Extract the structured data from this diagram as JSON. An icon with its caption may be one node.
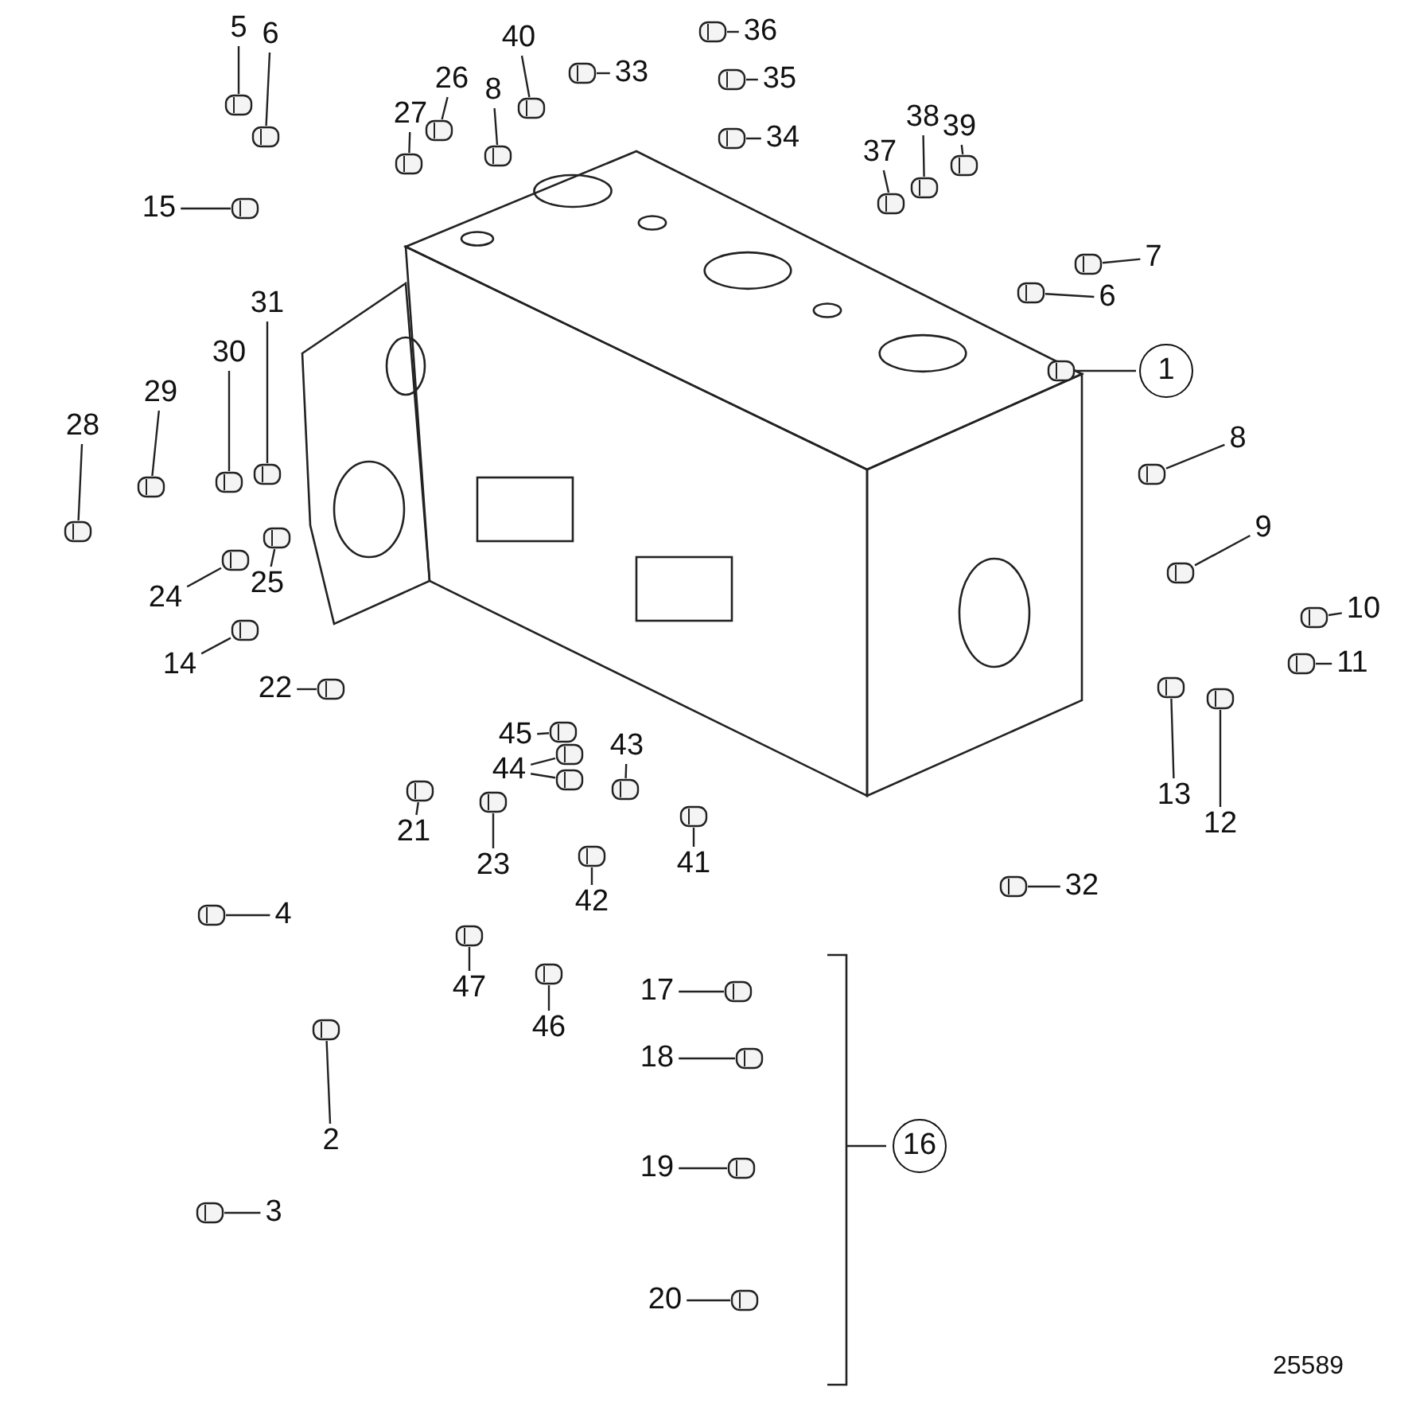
{
  "diagram": {
    "nodes": [
      {
        "text": [
          "5"
        ]
      },
      {
        "text": [
          "6"
        ]
      },
      {
        "text": [
          "40"
        ]
      },
      {
        "text": [
          "33"
        ]
      },
      {
        "text": [
          "36"
        ]
      },
      {
        "text": [
          "26"
        ]
      },
      {
        "text": [
          "8"
        ]
      },
      {
        "text": [
          "35"
        ]
      },
      {
        "text": [
          "27"
        ]
      },
      {
        "text": [
          "38"
        ]
      },
      {
        "text": [
          "39"
        ]
      },
      {
        "text": [
          "34"
        ]
      },
      {
        "text": [
          "37"
        ]
      },
      {
        "text": [
          "15"
        ]
      },
      {
        "text": [
          "7"
        ]
      },
      {
        "text": [
          "6"
        ]
      },
      {
        "text": [
          "31"
        ]
      },
      {
        "text": [
          "30"
        ]
      },
      {
        "text": [
          "1"
        ]
      },
      {
        "text": [
          "29"
        ]
      },
      {
        "text": [
          "28"
        ]
      },
      {
        "text": [
          "8"
        ]
      },
      {
        "text": [
          "9"
        ]
      },
      {
        "text": [
          "24"
        ]
      },
      {
        "text": [
          "25"
        ]
      },
      {
        "text": [
          "10"
        ]
      },
      {
        "text": [
          "14"
        ]
      },
      {
        "text": [
          "11"
        ]
      },
      {
        "text": [
          "22"
        ]
      },
      {
        "text": [
          "45"
        ]
      },
      {
        "text": [
          "43"
        ]
      },
      {
        "text": [
          "44"
        ]
      },
      {
        "text": [
          "13"
        ]
      },
      {
        "text": [
          "12"
        ]
      },
      {
        "text": [
          "21"
        ]
      },
      {
        "text": [
          "23"
        ]
      },
      {
        "text": [
          "41"
        ]
      },
      {
        "text": [
          "42"
        ]
      },
      {
        "text": [
          "32"
        ]
      },
      {
        "text": [
          "4"
        ]
      },
      {
        "text": [
          "47"
        ]
      },
      {
        "text": [
          "17"
        ]
      },
      {
        "text": [
          "46"
        ]
      },
      {
        "text": [
          "18"
        ]
      },
      {
        "text": [
          "2"
        ]
      },
      {
        "text": [
          "16"
        ]
      },
      {
        "text": [
          "19"
        ]
      },
      {
        "text": [
          "3"
        ]
      },
      {
        "text": [
          "20"
        ]
      },
      {
        "text": [],
        "shape": "picture"
      },
      {
        "text": [],
        "shape": "picture"
      },
      {
        "text": [],
        "shape": "picture"
      },
      {
        "text": [],
        "shape": "picture"
      },
      {
        "text": [],
        "shape": "picture"
      },
      {
        "text": [],
        "shape": "picture"
      },
      {
        "text": [],
        "shape": "picture"
      },
      {
        "text": [],
        "shape": "picture"
      },
      {
        "text": [],
        "shape": "picture"
      },
      {
        "text": [],
        "shape": "picture"
      },
      {
        "text": [],
        "shape": "picture"
      },
      {
        "text": [],
        "shape": "picture"
      },
      {
        "text": [],
        "shape": "picture"
      },
      {
        "text": [],
        "shape": "picture"
      },
      {
        "text": [],
        "shape": "picture"
      },
      {
        "text": [],
        "shape": "picture"
      },
      {
        "text": [],
        "shape": "picture"
      },
      {
        "text": [],
        "shape": "picture"
      },
      {
        "text": [],
        "shape": "picture"
      },
      {
        "text": [],
        "shape": "picture"
      },
      {
        "text": [],
        "shape": "picture"
      },
      {
        "text": [],
        "shape": "picture"
      },
      {
        "text": [],
        "shape": "picture"
      },
      {
        "text": [],
        "shape": "picture"
      },
      {
        "text": [],
        "shape": "picture"
      },
      {
        "text": [],
        "shape": "picture"
      },
      {
        "text": [],
        "shape": "picture"
      },
      {
        "text": [],
        "shape": "picture"
      },
      {
        "text": [],
        "shape": "picture"
      },
      {
        "text": [],
        "shape": "picture"
      },
      {
        "text": [],
        "shape": "picture"
      },
      {
        "text": [],
        "shape": "picture"
      },
      {
        "text": [],
        "shape": "picture"
      },
      {
        "text": [],
        "shape": "picture"
      },
      {
        "text": [],
        "shape": "picture"
      },
      {
        "text": [],
        "shape": "picture"
      },
      {
        "text": [],
        "shape": "picture"
      },
      {
        "text": [],
        "shape": "picture"
      },
      {
        "text": [],
        "shape": "picture"
      },
      {
        "text": [],
        "shape": "picture"
      },
      {
        "text": [],
        "shape": "picture"
      },
      {
        "text": [],
        "shape": "picture"
      },
      {
        "text": [],
        "shape": "picture"
      },
      {
        "text": [],
        "shape": "picture"
      },
      {
        "text": [],
        "shape": "picture"
      },
      {
        "text": [],
        "shape": "picture"
      },
      {
        "text": [],
        "shape": "picture"
      },
      {
        "text": [],
        "shape": "picture"
      },
      {
        "text": [],
        "shape": "picture"
      }
    ],
    "edges": [
      {
        "from": 0,
        "to": 49,
        "arrow": "none"
      },
      {
        "from": 1,
        "to": 50,
        "arrow": "none"
      },
      {
        "from": 2,
        "to": 51,
        "arrow": "none"
      },
      {
        "from": 3,
        "to": 52,
        "arrow": "none"
      },
      {
        "from": 4,
        "to": 53,
        "arrow": "none"
      },
      {
        "from": 5,
        "to": 54,
        "arrow": "none"
      },
      {
        "from": 6,
        "to": 55,
        "arrow": "none"
      },
      {
        "from": 7,
        "to": 56,
        "arrow": "none"
      },
      {
        "from": 8,
        "to": 57,
        "arrow": "none"
      },
      {
        "from": 9,
        "to": 58,
        "arrow": "none"
      },
      {
        "from": 10,
        "to": 59,
        "arrow": "none"
      },
      {
        "from": 11,
        "to": 60,
        "arrow": "none"
      },
      {
        "from": 12,
        "to": 61,
        "arrow": "none"
      },
      {
        "from": 13,
        "to": 62,
        "arrow": "none"
      },
      {
        "from": 14,
        "to": 63,
        "arrow": "none"
      },
      {
        "from": 15,
        "to": 64,
        "arrow": "none"
      },
      {
        "from": 16,
        "to": 65,
        "arrow": "none"
      },
      {
        "from": 17,
        "to": 66,
        "arrow": "none"
      },
      {
        "from": 18,
        "to": 67,
        "arrow": "none"
      },
      {
        "from": 19,
        "to": 68,
        "arrow": "none"
      },
      {
        "from": 20,
        "to": 69,
        "arrow": "none"
      },
      {
        "from": 21,
        "to": 70,
        "arrow": "none"
      },
      {
        "from": 22,
        "to": 71,
        "arrow": "none"
      },
      {
        "from": 23,
        "to": 72,
        "arrow": "none"
      },
      {
        "from": 24,
        "to": 73,
        "arrow": "none"
      },
      {
        "from": 25,
        "to": 74,
        "arrow": "none"
      },
      {
        "from": 26,
        "to": 75,
        "arrow": "none"
      },
      {
        "from": 27,
        "to": 76,
        "arrow": "none"
      },
      {
        "from": 28,
        "to": 77,
        "arrow": "none"
      },
      {
        "from": 29,
        "to": 78,
        "arrow": "none"
      },
      {
        "from": 30,
        "to": 79,
        "arrow": "none"
      },
      {
        "from": 31,
        "to": 80,
        "arrow": "none"
      },
      {
        "from": 31,
        "to": 81,
        "arrow": "none"
      },
      {
        "from": 32,
        "to": 82,
        "arrow": "none"
      },
      {
        "from": 33,
        "to": 83,
        "arrow": "none"
      },
      {
        "from": 34,
        "to": 84,
        "arrow": "none"
      },
      {
        "from": 35,
        "to": 85,
        "arrow": "none"
      },
      {
        "from": 36,
        "to": 86,
        "arrow": "none"
      },
      {
        "from": 37,
        "to": 87,
        "arrow": "none"
      },
      {
        "from": 38,
        "to": 88,
        "arrow": "none"
      },
      {
        "from": 39,
        "to": 89,
        "arrow": "none"
      },
      {
        "from": 40,
        "to": 90,
        "arrow": "none"
      },
      {
        "from": 41,
        "to": 91,
        "arrow": "none"
      },
      {
        "from": 42,
        "to": 92,
        "arrow": "none"
      },
      {
        "from": 43,
        "to": 93,
        "arrow": "none"
      },
      {
        "from": 44,
        "to": 94,
        "arrow": "none"
      },
      {
        "from": 46,
        "to": 95,
        "arrow": "none"
      },
      {
        "from": 47,
        "to": 96,
        "arrow": "none"
      },
      {
        "from": 48,
        "to": 97,
        "arrow": "none"
      }
    ],
    "labels": [
      "25589"
    ]
  }
}
